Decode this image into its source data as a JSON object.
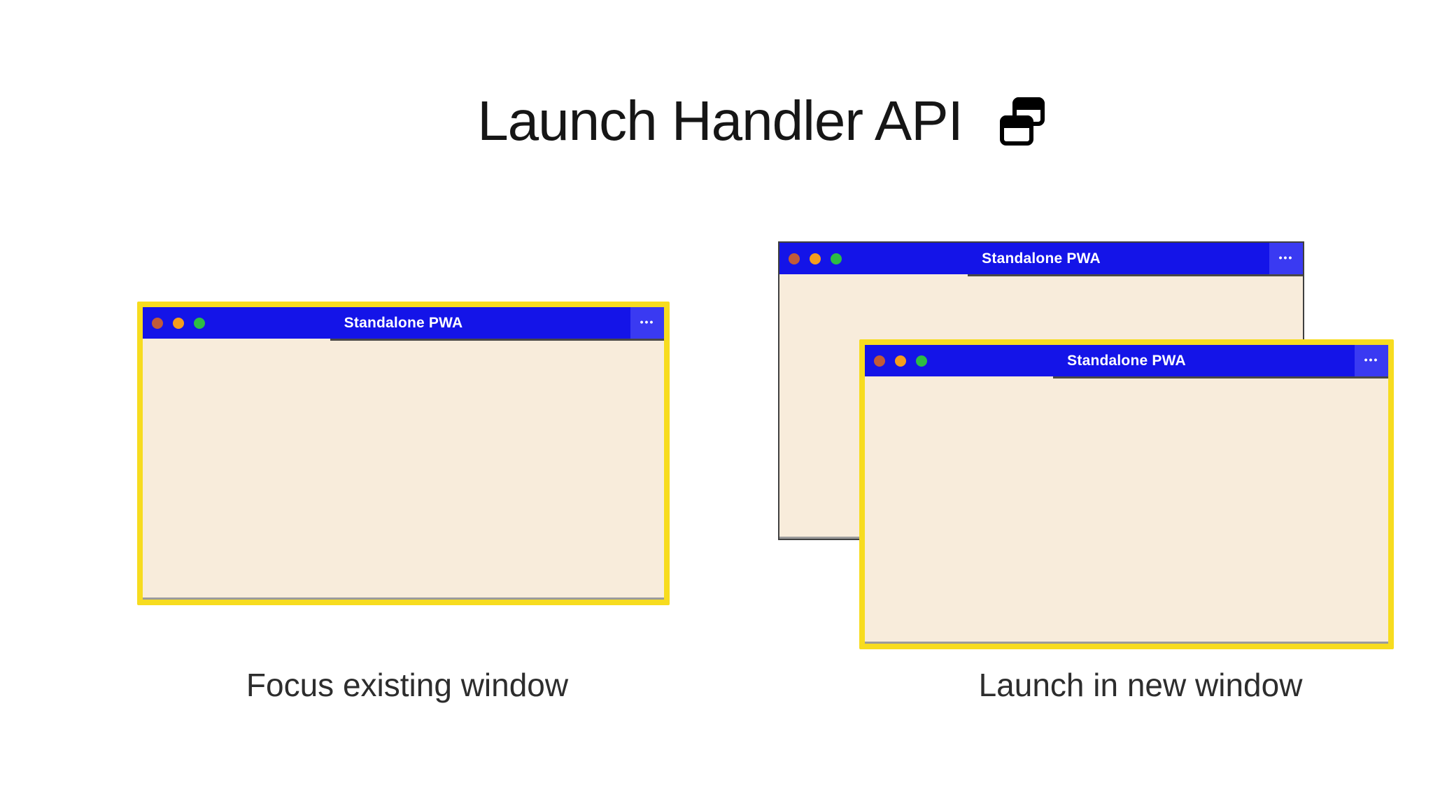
{
  "title": {
    "text": "Launch Handler API",
    "icon": "overlapping-windows-icon"
  },
  "window_chrome": {
    "menu_dots": "•••"
  },
  "windows": {
    "left": {
      "title": "Standalone PWA",
      "highlighted": true
    },
    "right_back": {
      "title": "Standalone PWA",
      "highlighted": false
    },
    "right_front": {
      "title": "Standalone PWA",
      "highlighted": true
    }
  },
  "captions": {
    "left": "Focus existing window",
    "right": "Launch in new window"
  },
  "colors": {
    "titlebar_blue": "#1414E8",
    "menu_blue": "#3A3AF2",
    "body_cream": "#F8ECDB",
    "highlight_yellow": "#F7DC1F",
    "dot_red": "#C15B38",
    "dot_orange": "#F59D1D",
    "dot_green": "#2DBD44",
    "back_border": "#3F3F3F",
    "title_text": "#161616",
    "caption_text": "#2D2D2D"
  }
}
